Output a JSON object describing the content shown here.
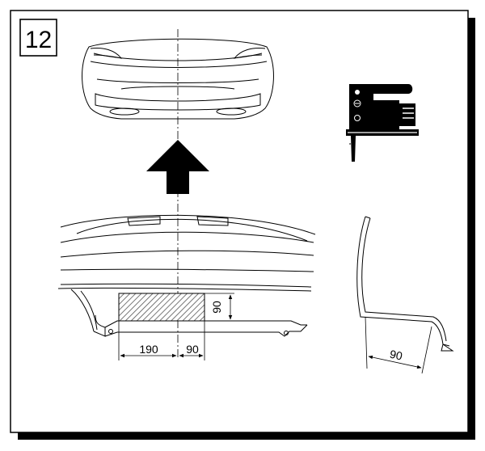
{
  "step": {
    "number": "12"
  },
  "dimensions": {
    "cut_width_left": "190",
    "cut_width_right": "90",
    "cut_height": "90",
    "profile_offset": "90"
  },
  "icons": {
    "tool": "jigsaw-icon",
    "direction": "up-arrow-icon"
  },
  "colors": {
    "line": "#000000",
    "hatch": "#555555",
    "shadow": "#000000",
    "background": "#ffffff"
  }
}
